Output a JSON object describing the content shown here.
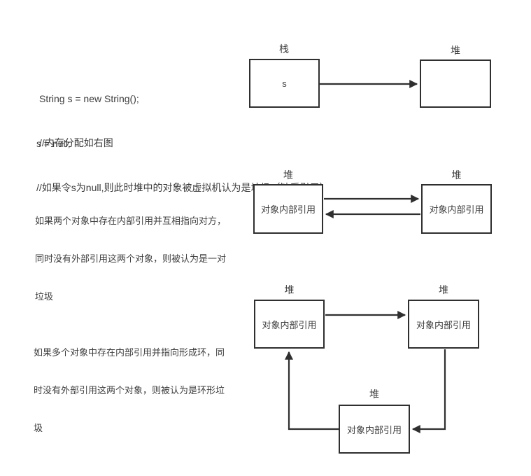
{
  "colors": {
    "background": "#ffffff",
    "line": "#2f2f2f",
    "text": "#3d3d3d"
  },
  "section1": {
    "code_block_top": {
      "line1": "String s = new String();",
      "line2": "//内存分配如右图"
    },
    "code_block_bottom": {
      "line1": "s = null;",
      "line2": "//如果令s为null,则此时堆中的对象被虚拟机认为是垃圾（缺乏引用）"
    },
    "stack_label": "栈",
    "heap_label": "堆",
    "stack_box_content": "s",
    "heap_box_content": ""
  },
  "section2": {
    "desc_lines": [
      "如果两个对象中存在内部引用并互相指向对方，",
      "同时没有外部引用这两个对象，则被认为是一对",
      "垃圾"
    ],
    "heap_label_left": "堆",
    "heap_label_right": "堆",
    "box_left_content": "对象内部引用",
    "box_right_content": "对象内部引用"
  },
  "section3": {
    "desc_lines": [
      "如果多个对象中存在内部引用并指向形成环，同",
      "时没有外部引用这两个对象，则被认为是环形垃",
      "圾"
    ],
    "heap_label_left": "堆",
    "heap_label_right": "堆",
    "heap_label_bottom": "堆",
    "box_left_content": "对象内部引用",
    "box_right_content": "对象内部引用",
    "box_bottom_content": "对象内部引用"
  }
}
